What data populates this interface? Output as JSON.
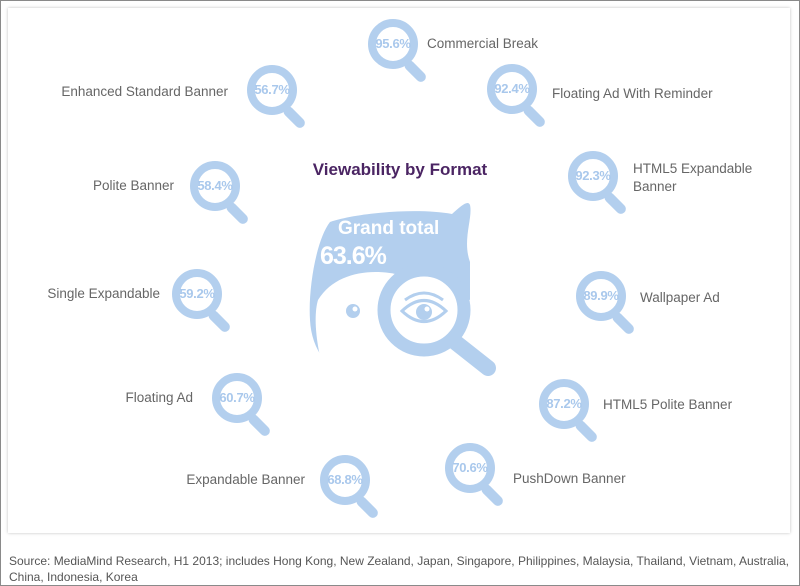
{
  "title": "Viewability by Format",
  "grand_total": {
    "label": "Grand total",
    "value": "63.6%"
  },
  "chart_data": {
    "type": "table",
    "title": "Viewability by Format",
    "categories": [
      "Commercial Break",
      "Floating Ad With Reminder",
      "HTML5 Expandable Banner",
      "Wallpaper Ad",
      "HTML5 Polite Banner",
      "PushDown Banner",
      "Expandable Banner",
      "Floating Ad",
      "Single Expandable",
      "Polite Banner",
      "Enhanced Standard Banner"
    ],
    "values": [
      95.6,
      92.4,
      92.3,
      89.9,
      87.2,
      70.6,
      68.8,
      60.7,
      59.2,
      58.4,
      56.7
    ],
    "grand_total": 63.6,
    "unit": "%"
  },
  "items": [
    {
      "label": "Commercial Break",
      "value": "95.6%"
    },
    {
      "label": "Floating Ad With Reminder",
      "value": "92.4%"
    },
    {
      "label": "HTML5 Expandable Banner",
      "value": "92.3%"
    },
    {
      "label": "Wallpaper Ad",
      "value": "89.9%"
    },
    {
      "label": "HTML5 Polite Banner",
      "value": "87.2%"
    },
    {
      "label": "PushDown Banner",
      "value": "70.6%"
    },
    {
      "label": "Expandable Banner",
      "value": "68.8%"
    },
    {
      "label": "Floating Ad",
      "value": "60.7%"
    },
    {
      "label": "Single Expandable",
      "value": "59.2%"
    },
    {
      "label": "Polite Banner",
      "value": "58.4%"
    },
    {
      "label": "Enhanced Standard Banner",
      "value": "56.7%"
    }
  ],
  "source": "Source: MediaMind Research, H1 2013; includes Hong Kong, New Zealand, Japan, Singapore, Philippines, Malaysia, Thailand, Vietnam, Australia, China, Indonesia, Korea",
  "colors": {
    "accent": "#b3cfee",
    "title": "#4b2563",
    "text": "#666666"
  }
}
